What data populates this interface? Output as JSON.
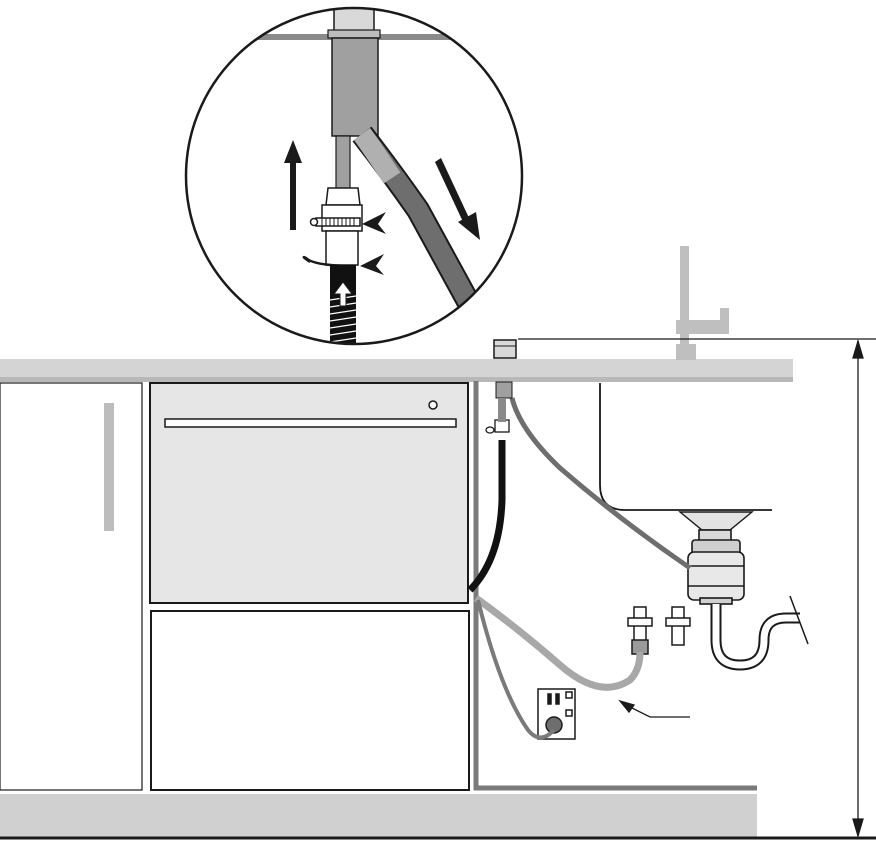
{
  "diagram": {
    "description_visible_text": [],
    "parts": {
      "countertop": "countertop",
      "left_cabinet": "left-cabinet",
      "dishwasher_upper_drawer": "dishwasher-drawer-upper",
      "dishwasher_lower_drawer": "dishwasher-drawer-lower",
      "sink": "sink",
      "disposer": "garbage-disposer",
      "p_trap": "p-trap",
      "shutoff_valves": "water-shutoff-valves",
      "outlet": "electrical-outlet",
      "air_gap": "air-gap",
      "faucet": "faucet",
      "detail_circle": "detail-inset"
    },
    "colors": {
      "outline": "#1a1a1a",
      "counter": "#d4d4d4",
      "cabinet_dark": "#7a7a7a",
      "panel": "#e6e6e6",
      "drain_hose": "#6e6e6e",
      "supply_hose": "#a8a8a8",
      "black_hose": "#111111",
      "faucet": "#bfbfbf"
    }
  }
}
